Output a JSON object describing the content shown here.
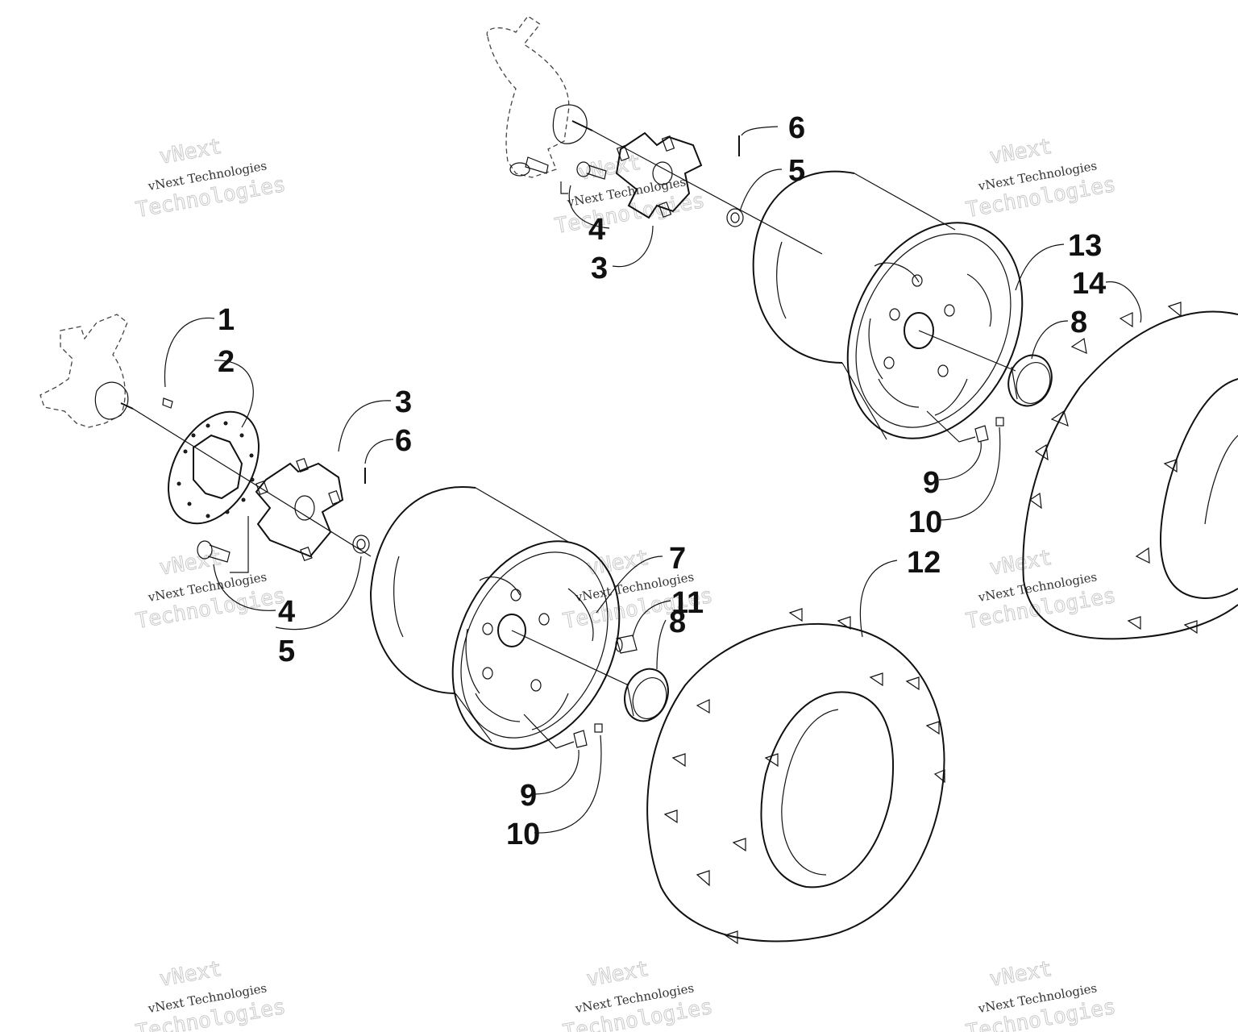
{
  "callouts": {
    "lower_1": "1",
    "lower_2": "2",
    "lower_3": "3",
    "lower_6": "6",
    "lower_4": "4",
    "lower_5": "5",
    "lower_7": "7",
    "lower_11": "11",
    "lower_8": "8",
    "lower_9": "9",
    "lower_10": "10",
    "upper_6": "6",
    "upper_5": "5",
    "upper_4": "4",
    "upper_3": "3",
    "upper_13": "13",
    "upper_14": "14",
    "upper_8": "8",
    "upper_9": "9",
    "upper_10": "10",
    "tire_12": "12"
  },
  "watermark": {
    "line1": "vNext Technologies",
    "line2": "vNext",
    "line3": "Technologies"
  }
}
